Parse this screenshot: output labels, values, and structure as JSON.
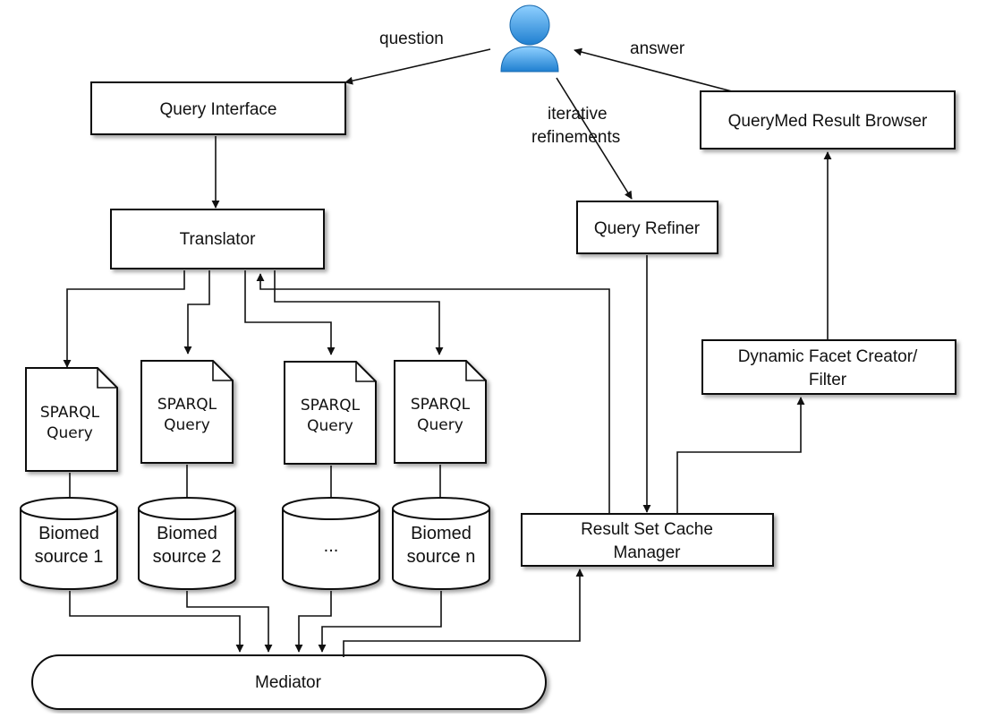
{
  "user": {
    "icon": "user-icon"
  },
  "edges": {
    "question": "question",
    "answer": "answer",
    "iterative_refinements": [
      "iterative",
      "refinements"
    ]
  },
  "boxes": {
    "query_interface": "Query Interface",
    "translator": "Translator",
    "query_refiner": "Query Refiner",
    "result_browser": "QueryMed Result Browser",
    "facet_creator": [
      "Dynamic Facet Creator/",
      "Filter"
    ],
    "cache_manager": [
      "Result Set Cache",
      "Manager"
    ]
  },
  "queries": [
    [
      "SPARQL",
      "Query"
    ],
    [
      "SPARQL",
      "Query"
    ],
    [
      "SPARQL",
      "Query"
    ],
    [
      "SPARQL",
      "Query"
    ]
  ],
  "sources": [
    [
      "Biomed",
      "source 1"
    ],
    [
      "Biomed",
      "source 2"
    ],
    [
      "..."
    ],
    [
      "Biomed",
      "source n"
    ]
  ],
  "mediator": "Mediator",
  "colors": {
    "user_icon": "#3aa0e8",
    "stroke": "#111111"
  }
}
